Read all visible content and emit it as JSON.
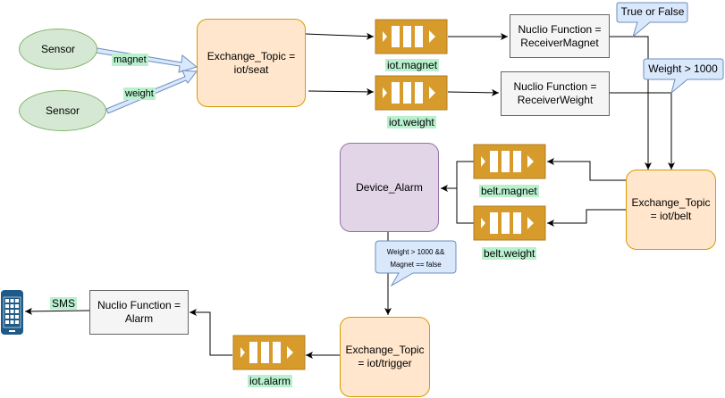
{
  "nodes": {
    "sensor_1": "Sensor",
    "sensor_2": "Sensor",
    "exchange_seat": "Exchange_Topic =\niot/seat",
    "func_receiver_magnet": "Nuclio Function =\nReceiverMagnet",
    "func_receiver_weight": "Nuclio Function =\nReceiverWeight",
    "exchange_belt": "Exchange_Topic\n= iot/belt",
    "device_alarm": "Device_Alarm",
    "exchange_trigger": "Exchange_Topic\n= iot/trigger",
    "func_alarm": "Nuclio Function =\nAlarm"
  },
  "queues": {
    "iot_magnet": "iot.magnet",
    "iot_weight": "iot.weight",
    "belt_magnet": "belt.magnet",
    "belt_weight": "belt.weight",
    "iot_alarm": "iot.alarm"
  },
  "edge_labels": {
    "magnet": "magnet",
    "weight": "weight",
    "sms": "SMS"
  },
  "callouts": {
    "true_false": "True or False",
    "weight_gt": "Weight > 1000",
    "condition_line1": "Weight > 1000 &&",
    "condition_line2": "Magnet == false"
  },
  "icons": {
    "queue": "queue-icon",
    "phone": "mobile-phone-icon"
  },
  "colors": {
    "queue_fill": "#d79b2b",
    "queue_border": "#b07c1f",
    "phone": "#1f5a87",
    "label_bg": "#b9f1cf",
    "callout_fill": "#dae8fc",
    "callout_border": "#6c8ebf"
  }
}
